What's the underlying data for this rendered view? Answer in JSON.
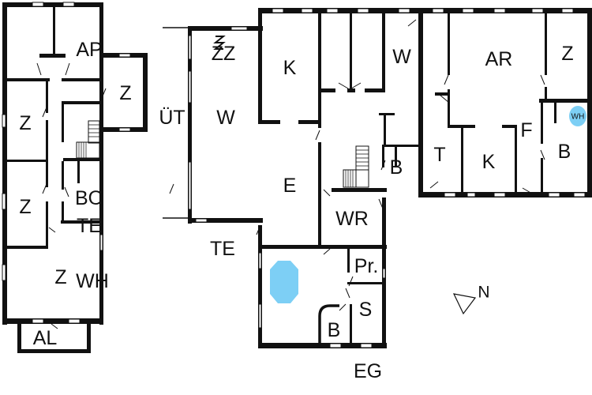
{
  "colors": {
    "wall": "#111111",
    "water": "#7dcff5"
  },
  "upper_floor": {
    "rooms": {
      "ap": "AP",
      "z_ext": "Z",
      "z_left_top": "Z",
      "z_left_mid": "Z",
      "bo": "BO",
      "te": "TE",
      "z_bottom": "Z",
      "wh": "WH",
      "al": "AL"
    }
  },
  "ground_floor": {
    "rooms": {
      "zz": "ZZ",
      "ut": "ÜT",
      "w_living": "W",
      "k_top": "K",
      "e": "E",
      "w_room": "W",
      "b_small": "B",
      "wr": "WR",
      "te": "TE",
      "pr": "Pr.",
      "s": "S",
      "b_bath": "B",
      "ar": "AR",
      "z_right": "Z",
      "wh": "WH",
      "f": "F",
      "t": "T",
      "k_right": "K",
      "b_right": "B"
    },
    "floor_label": "EG"
  },
  "compass": {
    "label": "N"
  }
}
